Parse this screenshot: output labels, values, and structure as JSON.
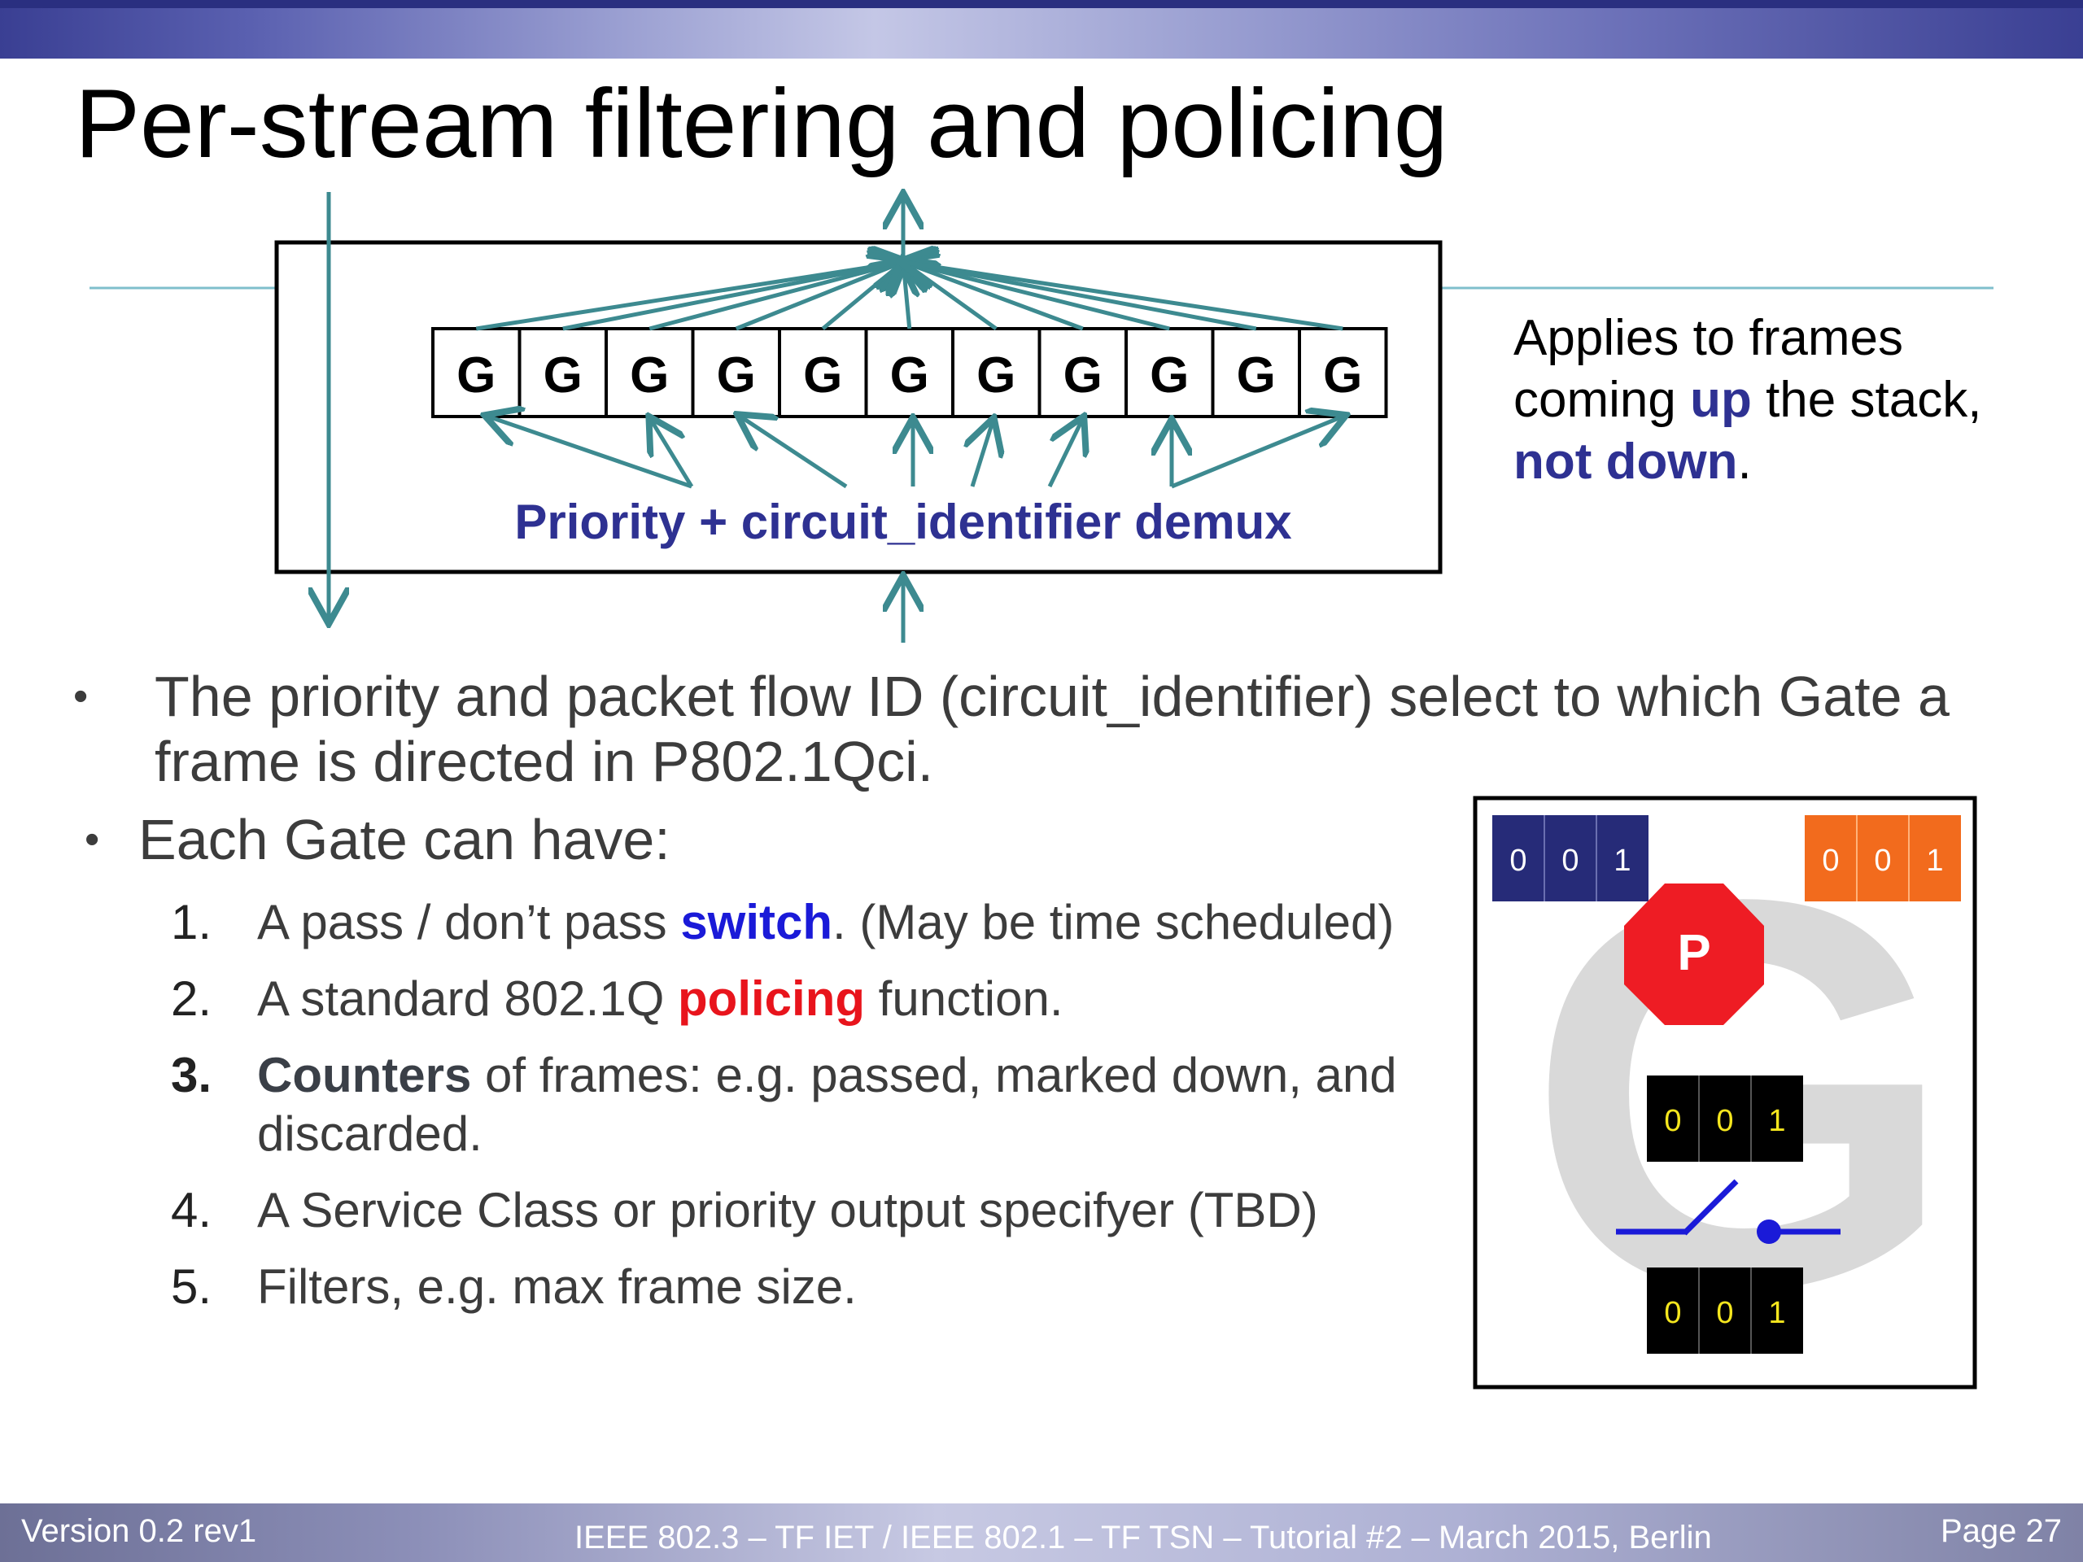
{
  "slide": {
    "title": "Per-stream filtering and policing",
    "gates": [
      "G",
      "G",
      "G",
      "G",
      "G",
      "G",
      "G",
      "G",
      "G",
      "G",
      "G"
    ],
    "demux_label": "Priority + circuit_identifier demux",
    "side_note": {
      "line1": "Applies to frames",
      "line2_a": "coming ",
      "line2_b": "up",
      "line2_c": " the stack,",
      "line3_a": "not down",
      "line3_b": "."
    },
    "bullets": [
      "The priority and packet flow ID (circuit_identifier) select to which Gate a frame is directed in P802.1Qci.",
      "Each Gate can have:"
    ],
    "bullet_glyph": "•",
    "list": [
      {
        "num": "1.",
        "pre": "A pass / don’t pass ",
        "kw": "switch",
        "post": ".  (May be time scheduled)"
      },
      {
        "num": "2.",
        "pre": "A standard 802.1Q ",
        "kw": "policing",
        "post": " function."
      },
      {
        "num": "3.",
        "pre": "",
        "kw": "Counters",
        "post": " of frames: e.g. passed, marked down, and discarded."
      },
      {
        "num": "4.",
        "pre": "A Service Class or priority output specifyer (TBD)",
        "kw": "",
        "post": ""
      },
      {
        "num": "5.",
        "pre": "Filters, e.g. max frame size.",
        "kw": "",
        "post": ""
      }
    ],
    "gate_detail": {
      "big_letter": "G",
      "policer_label": "P",
      "counter_blue": [
        "0",
        "0",
        "1"
      ],
      "counter_orange": [
        "0",
        "0",
        "1"
      ],
      "counter_black_top": [
        "0",
        "0",
        "1"
      ],
      "counter_black_bottom": [
        "0",
        "0",
        "1"
      ]
    },
    "footer": {
      "left": "Version 0.2 rev1",
      "center": "IEEE 802.3 – TF IET / IEEE 802.1 – TF TSN – Tutorial #2 – March 2015, Berlin",
      "right": "Page 27"
    },
    "colors": {
      "accent_teal": "#3d8a90",
      "demux_text": "#2e3192",
      "counter_blue": "#262b78",
      "counter_orange": "#f26b1d",
      "stop_red": "#ee1c24",
      "switch_blue": "#1a1ad8",
      "gate_gray": "#d9d9d9"
    }
  }
}
